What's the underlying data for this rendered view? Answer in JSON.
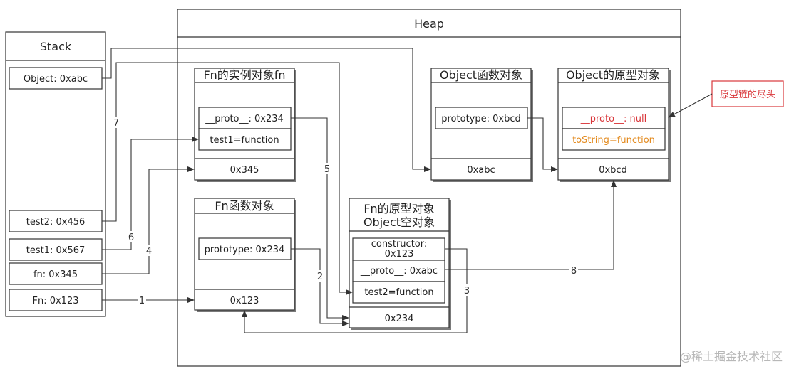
{
  "colors": {
    "stroke": "#333333",
    "null_text": "#d9373b",
    "tostring_text": "#e38a1e",
    "callout_border": "#d9373b",
    "watermark": "#b8b8b8"
  },
  "stack": {
    "title": "Stack",
    "object_slot": "Object: 0xabc",
    "test2_slot": "test2: 0x456",
    "test1_slot": "test1: 0x567",
    "fn_slot": "fn: 0x345",
    "Fn_slot": "Fn: 0x123"
  },
  "heap": {
    "title": "Heap"
  },
  "fn_instance": {
    "title": "Fn的实例对象fn",
    "proto": "__proto__: 0x234",
    "test1": "test1=function",
    "address": "0x345"
  },
  "fn_function": {
    "title": "Fn函数对象",
    "prototype": "prototype: 0x234",
    "address": "0x123"
  },
  "fn_prototype": {
    "title_line1": "Fn的原型对象",
    "title_line2": "Object空对象",
    "constructor_line1": "constructor:",
    "constructor_line2": "0x123",
    "proto": "__proto__: 0xabc",
    "test2": "test2=function",
    "address": "0x234"
  },
  "object_function": {
    "title": "Object函数对象",
    "prototype": "prototype: 0xbcd",
    "address": "0xabc"
  },
  "object_prototype": {
    "title": "Object的原型对象",
    "proto": "__proto__: null",
    "tostring": "toString=function",
    "address": "0xbcd"
  },
  "callout": {
    "text": "原型链的尽头"
  },
  "arrow_labels": {
    "a1": "1",
    "a2": "2",
    "a3": "3",
    "a4": "4",
    "a5": "5",
    "a6": "6",
    "a7": "7",
    "a8": "8"
  },
  "watermark": "@稀土掘金技术社区"
}
